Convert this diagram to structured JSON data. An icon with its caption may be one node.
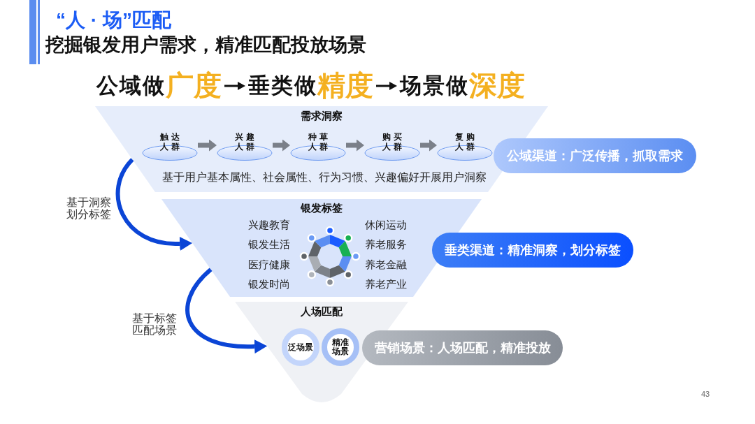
{
  "diagram": {
    "title": "“人 · 场”匹配",
    "nodes": [
      {
        "text": [
          "需求洞察",
          "基于用户基本属性、社会属性、行为习惯、兴趣偏好开展用户洞察"
        ]
      },
      {
        "text": [
          "触达人群"
        ],
        "in": 0
      },
      {
        "text": [
          "兴趣人群"
        ],
        "in": 0
      },
      {
        "text": [
          "种草人群"
        ],
        "in": 0
      },
      {
        "text": [
          "购买人群"
        ],
        "in": 0
      },
      {
        "text": [
          "复购人群"
        ],
        "in": 0
      },
      {
        "text": [
          "公域渠道：广泛传播，抓取需求"
        ]
      },
      {
        "text": [
          "银发标签",
          "兴趣教育",
          "休闲运动",
          "银发生活",
          "养老服务",
          "医疗健康",
          "养老金融",
          "银发时尚",
          "养老产业"
        ]
      },
      {
        "text": [
          "垂类渠道：精准洞察，划分标签"
        ]
      },
      {
        "text": [
          "人场匹配"
        ]
      },
      {
        "text": [
          "泛场景"
        ],
        "in": 9
      },
      {
        "text": [
          "精准场景"
        ],
        "in": 9
      },
      {
        "text": [
          "营销场景：人场匹配，精准投放"
        ]
      }
    ],
    "edges": [
      {
        "from": 1,
        "to": 2,
        "arrow": "to"
      },
      {
        "from": 2,
        "to": 3,
        "arrow": "to"
      },
      {
        "from": 3,
        "to": 4,
        "arrow": "to"
      },
      {
        "from": 4,
        "to": 5,
        "arrow": "to"
      },
      {
        "from": 0,
        "to": 7,
        "arrow": "to",
        "label": "基于洞察划分标签",
        "color": "#0b45d6"
      },
      {
        "from": 7,
        "to": 9,
        "arrow": "to",
        "label": "基于标签匹配场景",
        "color": "#0b45d6"
      }
    ],
    "labels": [
      "挖掘银发用户需求，精准匹配投放场景",
      "公域做",
      "广度",
      "垂类做",
      "精度",
      "场景做",
      "深度",
      "43"
    ]
  }
}
